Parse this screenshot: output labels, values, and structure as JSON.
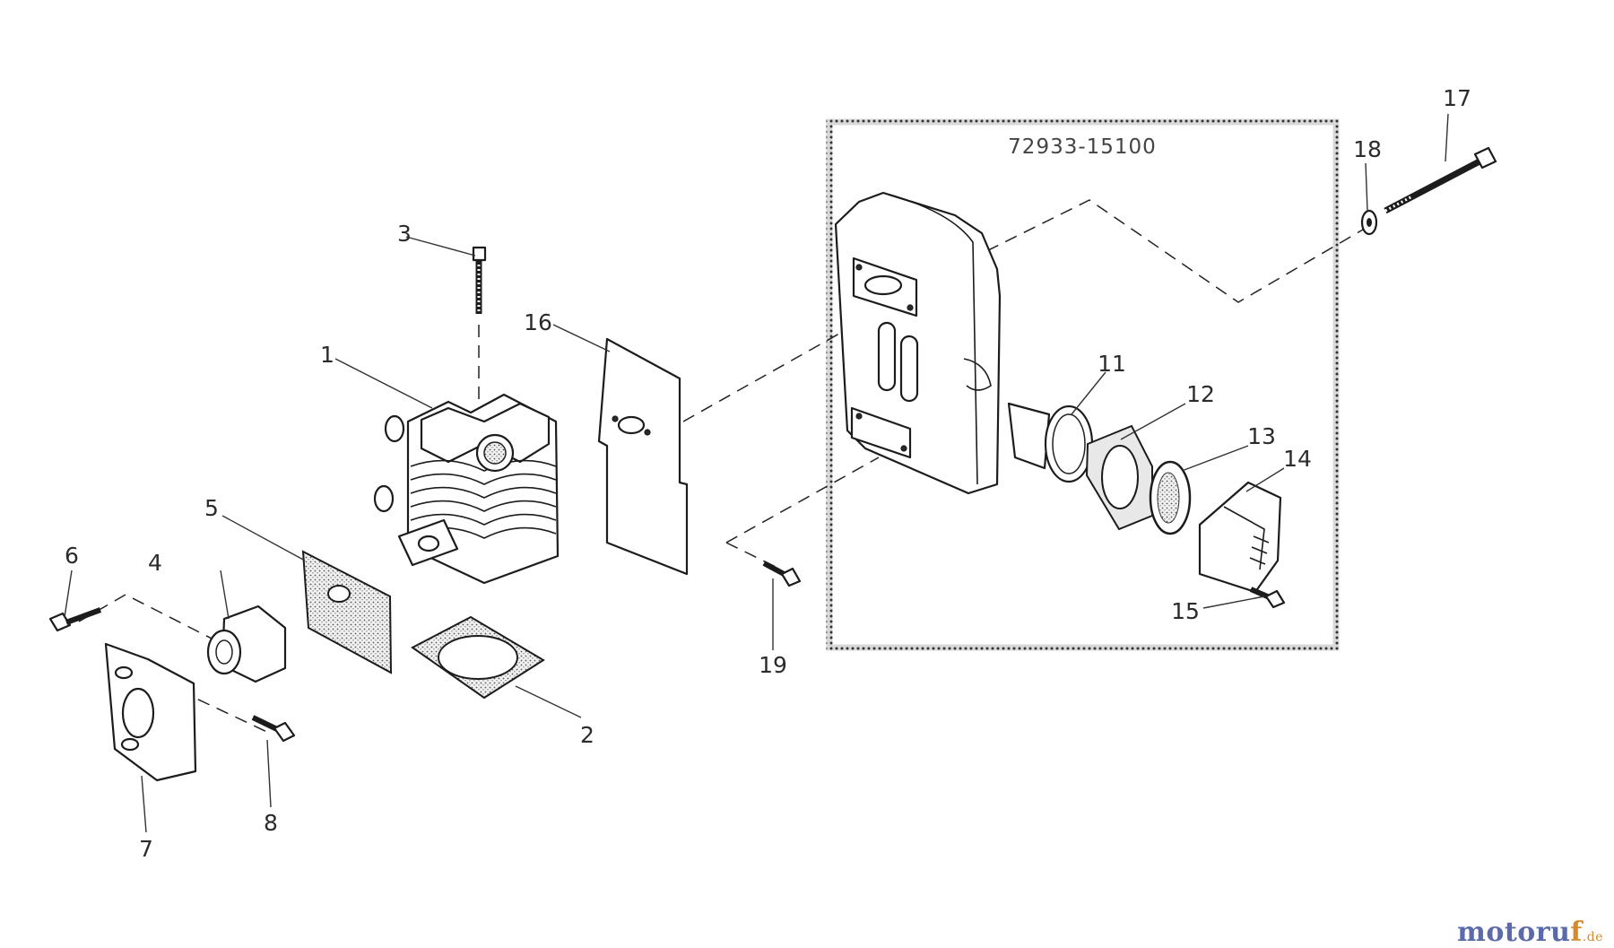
{
  "kit": {
    "part_number": "72933-15100"
  },
  "callouts": [
    {
      "id": "c1",
      "label": "1"
    },
    {
      "id": "c2",
      "label": "2"
    },
    {
      "id": "c3",
      "label": "3"
    },
    {
      "id": "c4",
      "label": "4"
    },
    {
      "id": "c5",
      "label": "5"
    },
    {
      "id": "c6",
      "label": "6"
    },
    {
      "id": "c7",
      "label": "7"
    },
    {
      "id": "c8",
      "label": "8"
    },
    {
      "id": "c11",
      "label": "11"
    },
    {
      "id": "c12",
      "label": "12"
    },
    {
      "id": "c13",
      "label": "13"
    },
    {
      "id": "c14",
      "label": "14"
    },
    {
      "id": "c15",
      "label": "15"
    },
    {
      "id": "c16",
      "label": "16"
    },
    {
      "id": "c17",
      "label": "17"
    },
    {
      "id": "c18",
      "label": "18"
    },
    {
      "id": "c19",
      "label": "19"
    }
  ],
  "watermark": {
    "brand_main": "motoru",
    "brand_accent": "f",
    "brand_tld": ".de"
  }
}
